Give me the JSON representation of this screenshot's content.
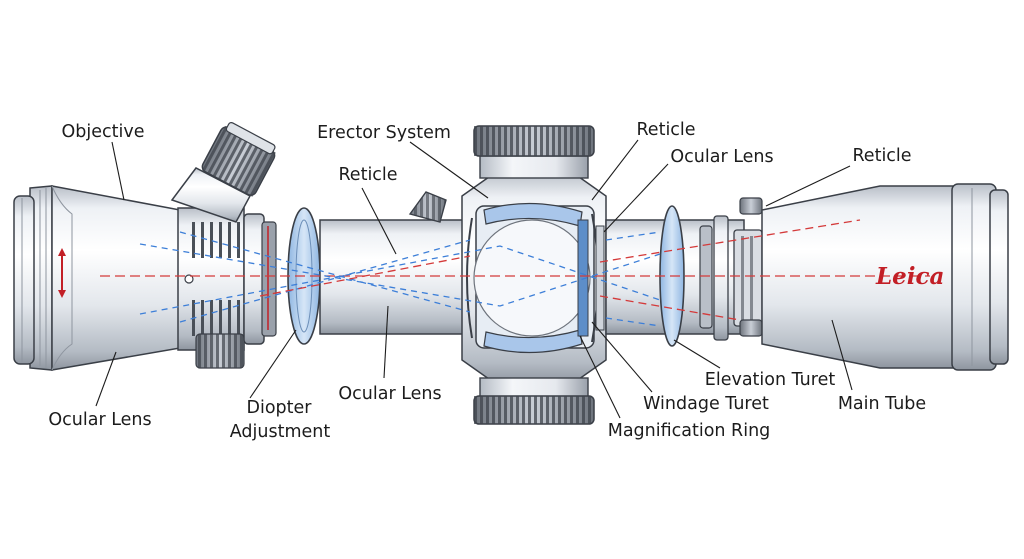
{
  "colors": {
    "body_light": "#f2f4f7",
    "body_mid": "#c9ced6",
    "body_dark": "#8e959f",
    "outline": "#3a3f47",
    "red_ray": "#d43a3a",
    "blue_ray": "#3d7fd8",
    "glass": "#bcd5f0",
    "brand": "#c21f26"
  },
  "brand": "Leica",
  "labels": {
    "objective": "Objective",
    "ocular_lens_left": "Ocular Lens",
    "diopter_1": "Diopter",
    "diopter_2": "Adjustment",
    "erector_system": "Erector System",
    "reticle_mid": "Reticle",
    "ocular_lens_mid": "Ocular Lens",
    "reticle_top": "Reticle",
    "ocular_lens_top": "Ocular Lens",
    "reticle_right": "Reticle",
    "elevation_turret": "Elevation Turet",
    "windage_turret": "Windage Turet",
    "magnification_ring": "Magnification Ring",
    "main_tube": "Main Tube"
  }
}
